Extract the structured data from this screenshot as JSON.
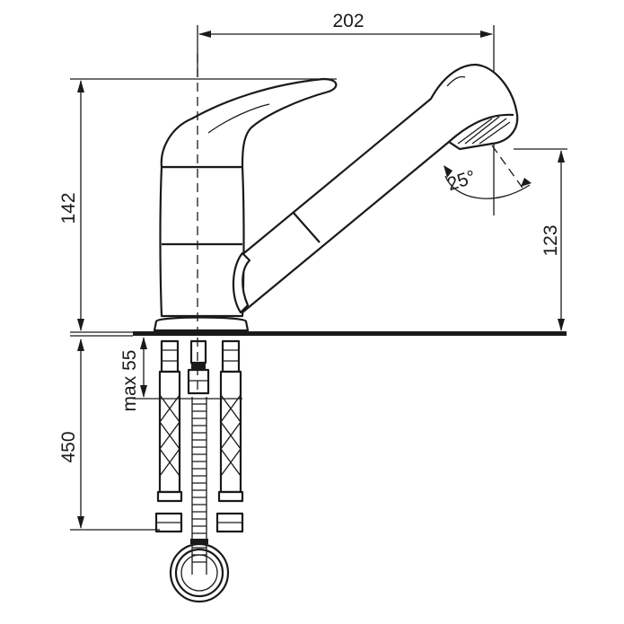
{
  "dimensions": {
    "spout_reach": "202",
    "total_height": "142",
    "spout_height": "123",
    "hose_length": "450",
    "max_thickness": "max 55",
    "spray_angle": "25°"
  }
}
